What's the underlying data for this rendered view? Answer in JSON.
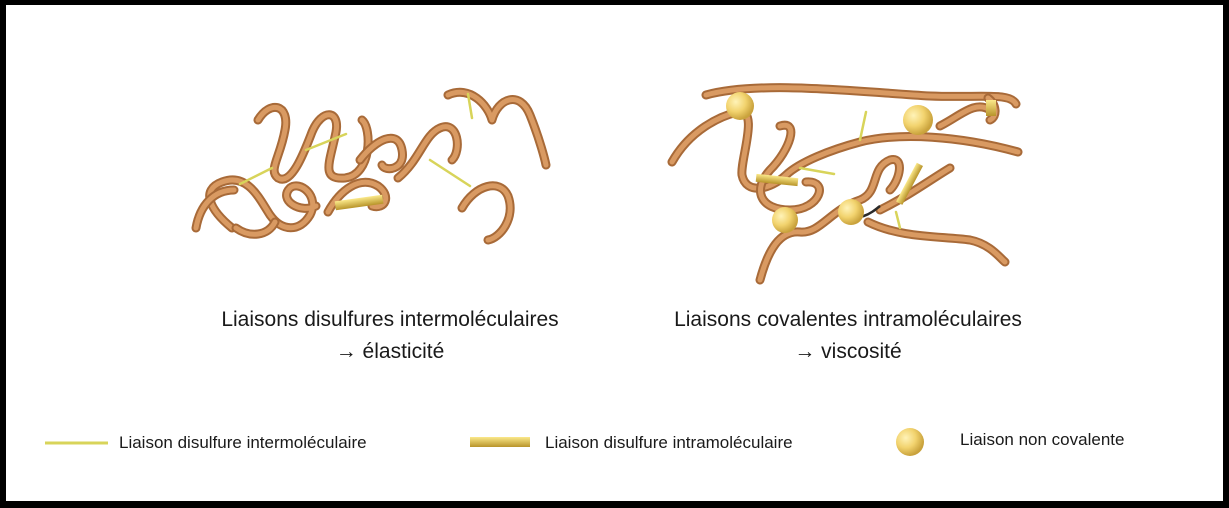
{
  "left_panel": {
    "line1": "Liaisons disulfures intermoléculaires",
    "line2": "→ élasticité"
  },
  "right_panel": {
    "line1": "Liaisons covalentes intramoléculaires",
    "line2": "→ viscosité"
  },
  "legend": {
    "inter": "Liaison disulfure intermoléculaire",
    "intra": "Liaison disulfure intramoléculaire",
    "noncov": "Liaison non covalente"
  },
  "colors": {
    "chain": "#c98a55",
    "chain_highlight": "#e8b07e",
    "inter_bond": "#d8d45a",
    "intra_bond": "#e2c24a",
    "sphere": "#f2d36e"
  }
}
